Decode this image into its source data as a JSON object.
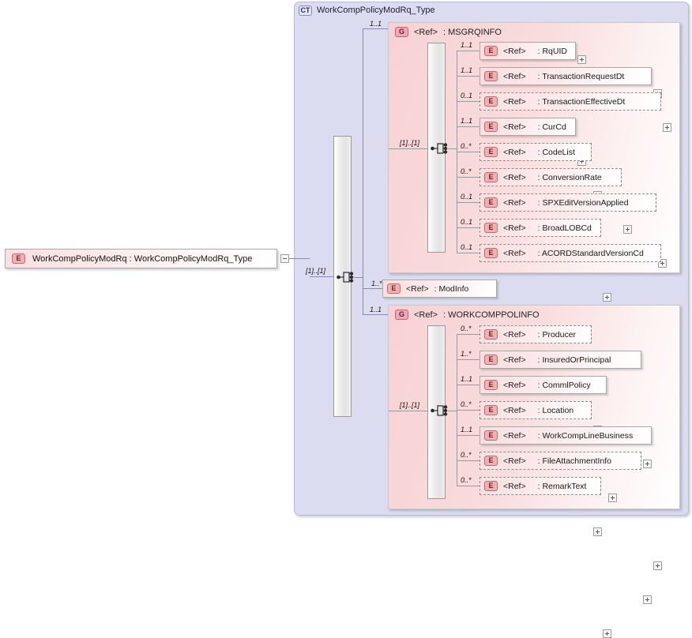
{
  "diagram": {
    "type": "xsd-schema-diagram",
    "root_element": {
      "badge": "E",
      "name": "WorkCompPolicyModRq",
      "separator": ": ",
      "type": "WorkCompPolicyModRq_Type",
      "label": "WorkCompPolicyModRq  : WorkCompPolicyModRq_Type",
      "expander": "minus"
    },
    "complex_type": {
      "badge": "CT",
      "title": "WorkCompPolicyModRq_Type",
      "sequence_occurrence": "[1]..[1]",
      "children": [
        {
          "kind": "group",
          "badge": "G",
          "ref": "<Ref>",
          "name": ": MSGRQINFO",
          "occurrence": "1..1",
          "sequence_occurrence": "[1]..[1]"
        },
        {
          "kind": "element",
          "badge": "E",
          "ref": "<Ref>",
          "name": ": ModInfo",
          "occurrence": "1..*",
          "required": true
        },
        {
          "kind": "group",
          "badge": "G",
          "ref": "<Ref>",
          "name": ": WORKCOMPPOLINFO",
          "occurrence": "1..1",
          "sequence_occurrence": "[1]..[1]"
        }
      ]
    },
    "groups": {
      "msgrqinfo": {
        "badge": "G",
        "ref": "<Ref>",
        "title": ": MSGRQINFO",
        "occurrence": "1..1",
        "sequence_occurrence": "[1]..[1]",
        "items": [
          {
            "badge": "E",
            "ref": "<Ref>",
            "name": ": RqUID",
            "occurrence": "1..1",
            "required": true
          },
          {
            "badge": "E",
            "ref": "<Ref>",
            "name": ": TransactionRequestDt",
            "occurrence": "1..1",
            "required": true
          },
          {
            "badge": "E",
            "ref": "<Ref>",
            "name": ": TransactionEffectiveDt",
            "occurrence": "0..1",
            "required": false
          },
          {
            "badge": "E",
            "ref": "<Ref>",
            "name": ": CurCd",
            "occurrence": "1..1",
            "required": true
          },
          {
            "badge": "E",
            "ref": "<Ref>",
            "name": ": CodeList",
            "occurrence": "0..*",
            "required": false
          },
          {
            "badge": "E",
            "ref": "<Ref>",
            "name": ": ConversionRate",
            "occurrence": "0..*",
            "required": false
          },
          {
            "badge": "E",
            "ref": "<Ref>",
            "name": ": SPXEditVersionApplied",
            "occurrence": "0..1",
            "required": false
          },
          {
            "badge": "E",
            "ref": "<Ref>",
            "name": ": BroadLOBCd",
            "occurrence": "0..1",
            "required": false
          },
          {
            "badge": "E",
            "ref": "<Ref>",
            "name": ": ACORDStandardVersionCd",
            "occurrence": "0..1",
            "required": false
          }
        ]
      },
      "workcomppolinfo": {
        "badge": "G",
        "ref": "<Ref>",
        "title": ": WORKCOMPPOLINFO",
        "occurrence": "1..1",
        "sequence_occurrence": "[1]..[1]",
        "items": [
          {
            "badge": "E",
            "ref": "<Ref>",
            "name": ": Producer",
            "occurrence": "0..*",
            "required": false
          },
          {
            "badge": "E",
            "ref": "<Ref>",
            "name": ": InsuredOrPrincipal",
            "occurrence": "1..*",
            "required": true
          },
          {
            "badge": "E",
            "ref": "<Ref>",
            "name": ": CommlPolicy",
            "occurrence": "1..1",
            "required": true
          },
          {
            "badge": "E",
            "ref": "<Ref>",
            "name": ": Location",
            "occurrence": "0..*",
            "required": false
          },
          {
            "badge": "E",
            "ref": "<Ref>",
            "name": ": WorkCompLineBusiness",
            "occurrence": "1..1",
            "required": true
          },
          {
            "badge": "E",
            "ref": "<Ref>",
            "name": ": FileAttachmentInfo",
            "occurrence": "0..*",
            "required": false
          },
          {
            "badge": "E",
            "ref": "<Ref>",
            "name": ": RemarkText",
            "occurrence": "0..*",
            "required": false
          }
        ]
      }
    },
    "modinfo": {
      "badge": "E",
      "ref": "<Ref>",
      "name": ": ModInfo",
      "occurrence": "1..*",
      "required": true
    },
    "colors": {
      "container_fill": "#dcdcf0",
      "group_fill": "#f7d2d4",
      "node_fill": "#fbdfe0",
      "badge_e": "#f6aeb0",
      "badge_g": "#f3a6b4",
      "badge_ct": "#e3e3f5",
      "border": "#a8a8a8",
      "line": "#9a9a9a"
    }
  }
}
